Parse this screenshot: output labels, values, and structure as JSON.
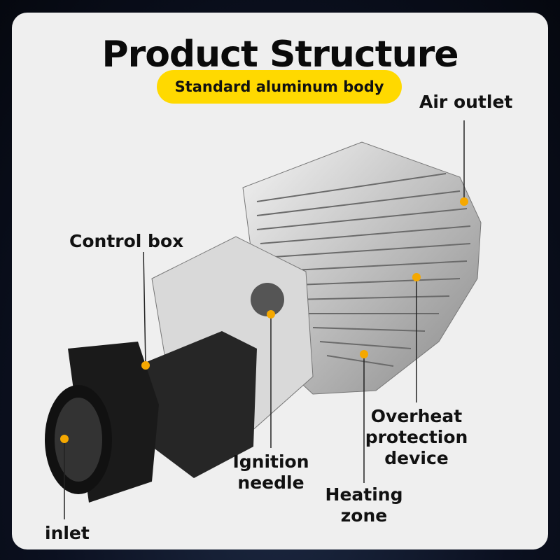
{
  "title": "Product Structure",
  "subtitle": "Standard aluminum body",
  "callouts": {
    "air_outlet": "Air outlet",
    "control_box": "Control box",
    "ignition_line1": "Ignition",
    "ignition_line2": "needle",
    "overheat_line1": "Overheat",
    "overheat_line2": "protection",
    "overheat_line3": "device",
    "heating_line1": "Heating",
    "heating_line2": "zone",
    "inlet": "inlet"
  },
  "colors": {
    "accent": "#ffd900",
    "dot": "#f5a800"
  }
}
